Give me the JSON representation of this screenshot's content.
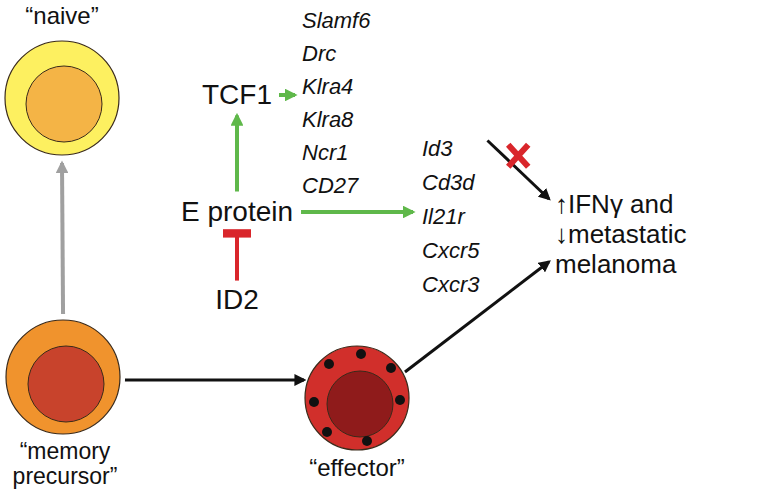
{
  "diagram": {
    "nodes": [
      {
        "text": [
          "“naive”"
        ]
      },
      {
        "text": [
          "TCF1"
        ]
      },
      {
        "text": [
          "Slamf6",
          "Drc",
          "Klra4",
          "Klra8",
          "Ncr1",
          "CD27"
        ]
      },
      {
        "text": [
          "E protein"
        ]
      },
      {
        "text": [
          "Id3",
          "Cd3d",
          "Il21r",
          "Cxcr5",
          "Cxcr3"
        ]
      },
      {
        "text": [
          "ID2"
        ]
      },
      {
        "text": [
          "“memory precursor”"
        ]
      },
      {
        "text": [
          "“effector”"
        ]
      },
      {
        "text": [
          "↑IFNγ and ↓metastatic melanoma"
        ]
      }
    ],
    "edges": [
      {
        "from": 6,
        "to": 0,
        "arrow": "to"
      },
      {
        "from": 6,
        "to": 7,
        "arrow": "to"
      },
      {
        "from": 3,
        "to": 1,
        "arrow": "to"
      },
      {
        "from": 1,
        "to": 2,
        "arrow": "to"
      },
      {
        "from": 3,
        "to": 4,
        "arrow": "to"
      },
      {
        "from": 5,
        "to": 3,
        "arrow": "to"
      },
      {
        "from": 4,
        "to": 8,
        "arrow": "to"
      },
      {
        "from": 7,
        "to": 8,
        "arrow": "to"
      }
    ]
  }
}
